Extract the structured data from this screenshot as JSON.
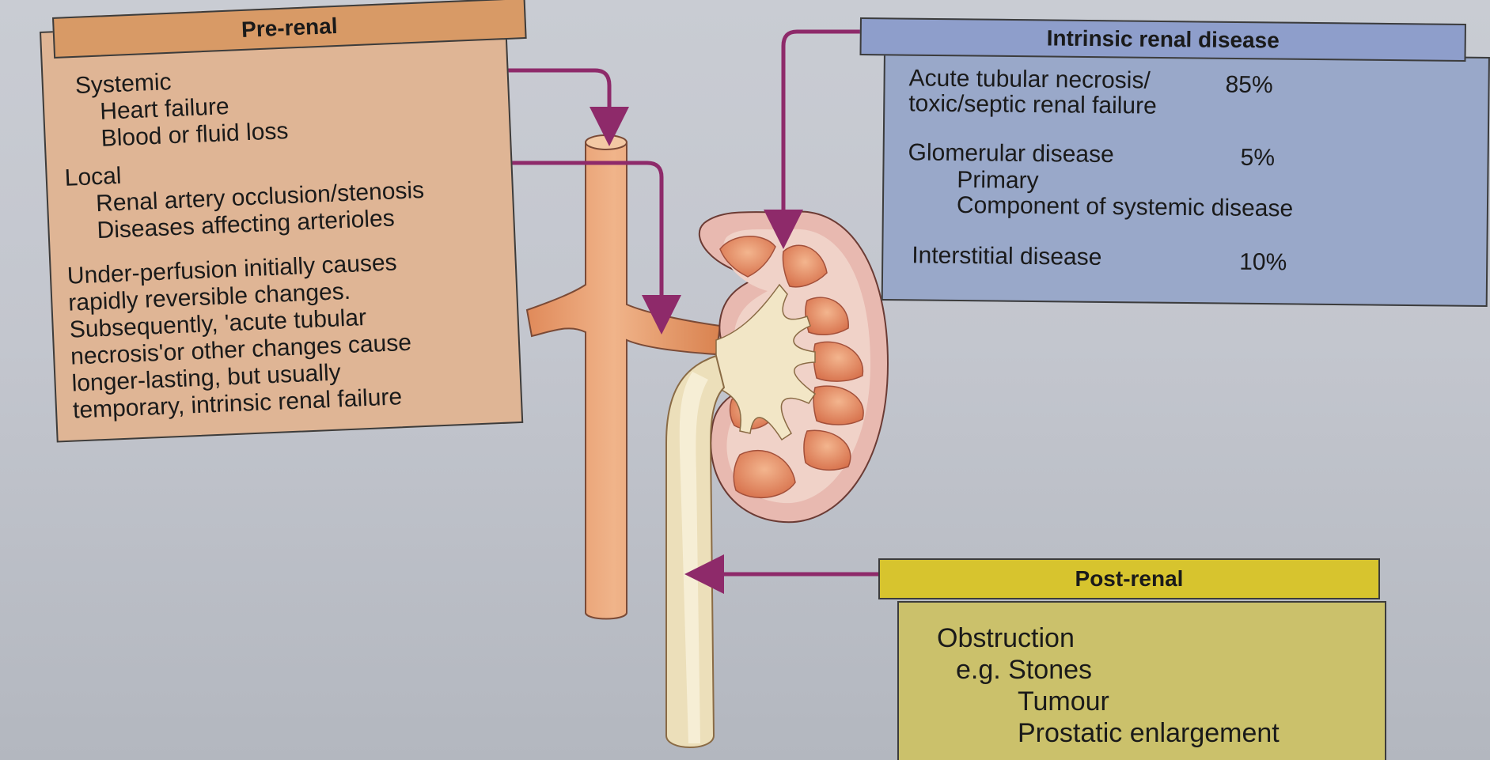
{
  "pre_renal": {
    "title": "Pre-renal",
    "systemic_heading": "Systemic",
    "systemic_items": [
      "Heart failure",
      "Blood or fluid loss"
    ],
    "local_heading": "Local",
    "local_items": [
      "Renal artery occlusion/stenosis",
      "Diseases affecting arterioles"
    ],
    "paragraph_lines": [
      "Under-perfusion initially causes",
      "rapidly reversible changes.",
      "Subsequently, 'acute tubular",
      "necrosis'or other changes cause",
      "longer-lasting, but usually",
      "temporary, intrinsic renal failure"
    ]
  },
  "intrinsic": {
    "title": "Intrinsic renal disease",
    "atn_line1": "Acute tubular necrosis/",
    "atn_line2": "toxic/septic renal failure",
    "atn_pct": "85%",
    "glom": "Glomerular disease",
    "glom_pct": "5%",
    "glom_sub": [
      "Primary",
      "Component of systemic disease"
    ],
    "interstitial": "Interstitial disease",
    "interstitial_pct": "10%"
  },
  "post_renal": {
    "title": "Post-renal",
    "obstruction": "Obstruction",
    "eg": "e.g. Stones",
    "items": [
      "Tumour",
      "Prostatic enlargement"
    ]
  },
  "colors": {
    "arrow": "#8e2a6a",
    "pre_header": "#d89a66",
    "pre_body": "#dfb595",
    "intrinsic_body": "#99a8c9",
    "post_header": "#d7c42e",
    "post_body": "#cbc16b",
    "vessel": "#e6a77a",
    "ureter": "#e9dcb8"
  }
}
